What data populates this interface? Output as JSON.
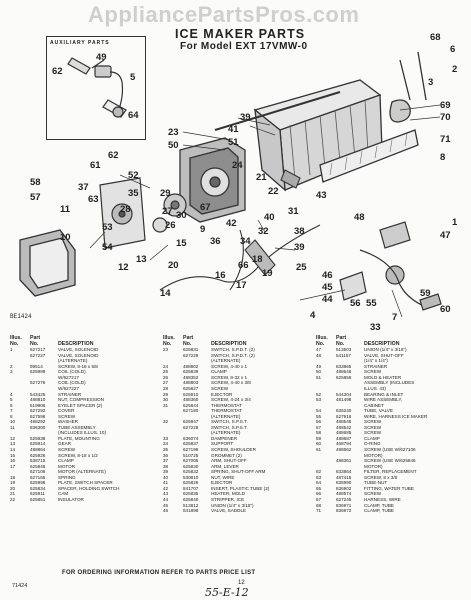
{
  "watermark": "AppliancePartsPros.com",
  "title": "ICE MAKER PARTS",
  "model": "For Model EXT 17VMW-0",
  "aux_label": "AUXILIARY PARTS",
  "ref_code": "BE1424",
  "callouts": [
    "68",
    "6",
    "49",
    "62",
    "5",
    "64",
    "2",
    "3",
    "23",
    "39",
    "50",
    "41",
    "51",
    "58",
    "69",
    "70",
    "71",
    "8",
    "61",
    "52",
    "24",
    "21",
    "22",
    "62",
    "37",
    "63",
    "29",
    "57",
    "11",
    "35",
    "67",
    "43",
    "1",
    "47",
    "28",
    "27",
    "53",
    "30",
    "26",
    "54",
    "42",
    "9",
    "48",
    "36",
    "34",
    "66",
    "40",
    "31",
    "15",
    "32",
    "38",
    "39",
    "12",
    "13",
    "10",
    "20",
    "16",
    "17",
    "18",
    "19",
    "14",
    "25",
    "46",
    "45",
    "44",
    "4",
    "56",
    "55",
    "33",
    "7",
    "59",
    "60"
  ],
  "table_headers": {
    "illus": "Illus.",
    "no": "No.",
    "part": "Part",
    "part_no": "No.",
    "desc": "DESCRIPTION"
  },
  "col1": [
    [
      "1",
      "627217",
      "VALVE, SOLENOID"
    ],
    [
      "",
      "627227",
      "VALVE, SOLENOID"
    ],
    [
      "",
      "",
      "(ALTERNATE)"
    ],
    [
      "2",
      "99514",
      "SCREW, 8-18 x 5/8"
    ],
    [
      "3",
      "625989",
      "COIL (COLD)"
    ],
    [
      "",
      "",
      "W/627217"
    ],
    [
      "",
      "627276",
      "COIL (COLD)"
    ],
    [
      "",
      "",
      "W/627227"
    ],
    [
      "4",
      "543425",
      "STRAINER"
    ],
    [
      "5",
      "488810",
      "NUT, COMPRESSION"
    ],
    [
      "6",
      "519906",
      "EYELET SPACER (2)"
    ],
    [
      "7",
      "627292",
      "COVER"
    ],
    [
      "8",
      "627596",
      "SCREW"
    ],
    [
      "10",
      "488292",
      "WASHER"
    ],
    [
      "11",
      "836300",
      "TUBE ASSEMBLY"
    ],
    [
      "",
      "",
      "(INCLUDES ILLUS. 10)"
    ],
    [
      "12",
      "625938",
      "PLATE, MOUNTING"
    ],
    [
      "13",
      "625914",
      "GEAR"
    ],
    [
      "14",
      "488864",
      "SCREW"
    ],
    [
      "15",
      "625926",
      "SCREW, 8-18 x 1/2"
    ],
    [
      "16",
      "538715",
      "CLAMP"
    ],
    [
      "17",
      "625846",
      "MOTOR"
    ],
    [
      "",
      "627106",
      "MOTOR (ALTERNATE)"
    ],
    [
      "18",
      "627165",
      "SPRING"
    ],
    [
      "19",
      "625998",
      "PLATE, SWITCH SPACER"
    ],
    [
      "20",
      "625834",
      "SPACER, HOLDING SWITCH"
    ],
    [
      "21",
      "625911",
      "CAM"
    ],
    [
      "22",
      "625851",
      "INSULATOR"
    ]
  ],
  "col2": [
    [
      "23",
      "625831",
      "SWITCH, S.P.D.T. (2)"
    ],
    [
      "",
      "627229",
      "SWITCH, S.P.D.T. (2)"
    ],
    [
      "",
      "",
      "(ALTERNATE)"
    ],
    [
      "24",
      "488802",
      "SCREW, 4-40 x 1"
    ],
    [
      "25",
      "625839",
      "CLAMP"
    ],
    [
      "26",
      "488352",
      "SCREW, 8-32 x 1"
    ],
    [
      "27",
      "488803",
      "SCREW, 4-40 x 3/8"
    ],
    [
      "28",
      "625827",
      "SCREW"
    ],
    [
      "29",
      "625910",
      "EJECTOR"
    ],
    [
      "30",
      "488360",
      "SCREW, 4-24 x 3/4"
    ],
    [
      "31",
      "625844",
      "THERMOSTAT"
    ],
    [
      "",
      "627180",
      "THERMOSTAT"
    ],
    [
      "",
      "",
      "(ALTERNATE)"
    ],
    [
      "32",
      "625947",
      "SWITCH, S.P.S.T."
    ],
    [
      "",
      "627228",
      "SWITCH, S.P.S.T."
    ],
    [
      "",
      "",
      "(ALTERNATE)"
    ],
    [
      "33",
      "836074",
      "DAMPENER"
    ],
    [
      "34",
      "625837",
      "SUPPORT"
    ],
    [
      "35",
      "627199",
      "SCREW, SHOULDER"
    ],
    [
      "36",
      "510725",
      "GROMMET (2)"
    ],
    [
      "37",
      "627005",
      "ARM, SHUT-OFF"
    ],
    [
      "38",
      "625830",
      "ARM, LEVER"
    ],
    [
      "39",
      "625832",
      "SPRING, SHUT-OFF ARM"
    ],
    [
      "40",
      "530810",
      "NUT, WIRE"
    ],
    [
      "41",
      "625826",
      "EJECTOR"
    ],
    [
      "42",
      "841707",
      "INSERT, PLASTIC TUBE (2)"
    ],
    [
      "43",
      "625835",
      "HEATER, MOLD"
    ],
    [
      "44",
      "625840",
      "STRIPPER, ICE"
    ],
    [
      "45",
      "513812",
      "UNION (1/4\" x 3/16\")"
    ],
    [
      "46",
      "841896",
      "VALVE, SADDLE"
    ]
  ],
  "col3": [
    [
      "47",
      "513503",
      "UNION (1/4\" x 3/16\")"
    ],
    [
      "48",
      "541157",
      "VALVE, SHUT-OFF"
    ],
    [
      "",
      "",
      "(1/4\" x 1/4\")"
    ],
    [
      "49",
      "833865",
      "STRAINER"
    ],
    [
      "50",
      "488646",
      "SCREW"
    ],
    [
      "51",
      "625856",
      "MOLD & HEATER"
    ],
    [
      "",
      "",
      "ASSEMBLY (INCLUDES"
    ],
    [
      "",
      "",
      "ILLUS. 43)"
    ],
    [
      "52",
      "544304",
      "BEARING & INLET"
    ],
    [
      "53",
      "481498",
      "WIRE ASSEMBLY,"
    ],
    [
      "",
      "",
      "CABINET"
    ],
    [
      "54",
      "836240",
      "TUBE, VALVE"
    ],
    [
      "55",
      "627916",
      "WIRE, HARNESS ICE MAKER"
    ],
    [
      "56",
      "488546",
      "SCREW"
    ],
    [
      "57",
      "488542",
      "SCREW"
    ],
    [
      "58",
      "488685",
      "SCREW"
    ],
    [
      "59",
      "488687",
      "CLAMP"
    ],
    [
      "60",
      "468794",
      "O-RING"
    ],
    [
      "61",
      "488662",
      "SCREW (USE W/627106"
    ],
    [
      "",
      "",
      "MOTOR)"
    ],
    [
      "",
      "488361",
      "SCREW (USE W/625846"
    ],
    [
      "",
      "",
      "MOTOR)"
    ],
    [
      "62",
      "833864",
      "FILTER, REPLACEMENT"
    ],
    [
      "63",
      "487415",
      "SCREW, 8 x 3/8"
    ],
    [
      "64",
      "836990",
      "TUBE-NUT"
    ],
    [
      "65",
      "836902",
      "FITTING, WATER TUBE"
    ],
    [
      "66",
      "488574",
      "SCREW"
    ],
    [
      "67",
      "627245",
      "HARNESS, WIRE"
    ],
    [
      "68",
      "836971",
      "CLAMP, TUBE"
    ],
    [
      "71",
      "836972",
      "CLAMP, TUBE"
    ]
  ],
  "footer": "FOR ORDERING INFORMATION REFER TO PARTS PRICE LIST",
  "page_number": "12",
  "footer_left": "71424",
  "handnote": "55-E-12"
}
